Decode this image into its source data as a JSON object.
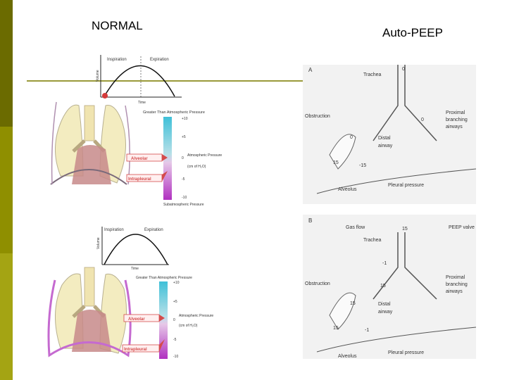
{
  "slide": {
    "title_left": "NORMAL",
    "title_right": "Auto-PEEP",
    "colors": {
      "olive_dark": "#6b6b00",
      "olive_mid": "#8f8f00",
      "olive_light": "#a4a413",
      "divider": "#9a9a3a",
      "lung": "#f3ecc0",
      "pleura_top": "#a08aa0",
      "pleura_bottom": "#c56ad0",
      "alveolar_tag": "#d44b4b"
    }
  },
  "normal_top": {
    "graph_inspiration": "Inspiration",
    "graph_expiration": "Expiration",
    "graph_yaxis": "Volume",
    "graph_xaxis": "Time",
    "scale_top": "Greater Than Atmospheric Pressure",
    "scale_bottom": "Subatmospheric Pressure",
    "tick_plus10": "+10",
    "tick_plus5": "+5",
    "tick_zero": "0",
    "tick_minus5": "-5",
    "tick_minus10": "-10",
    "atmospheric": "Atmospheric Pressure",
    "cm_h2o": "(cm of H₂O)",
    "alveolar_tag": "Alveolar",
    "intrapleural_tag": "Intrapleural"
  },
  "normal_bottom": {
    "graph_inspiration": "Inspiration",
    "graph_expiration": "Expiration",
    "graph_yaxis": "Volume",
    "graph_xaxis": "Time",
    "scale_top": "Greater Than Atmospheric Pressure",
    "tick_plus10": "+10",
    "tick_plus5": "+5",
    "tick_zero": "0",
    "tick_minus5": "-5",
    "tick_minus10": "-10",
    "atmospheric": "Atmospheric Pressure",
    "cm_h2o": "(cm of H₂O)",
    "alveolar_tag": "Alveolar",
    "intrapleural_tag": "Intrapleural"
  },
  "panel_a": {
    "letter": "A",
    "trachea": "Trachea",
    "trachea_val": "0",
    "obstruction": "Obstruction",
    "proximal": "Proximal branching airways",
    "proximal_val": "0",
    "distal_val": "0",
    "distal": "Distal airway",
    "alveolus_val": "15",
    "pleural_val": "-15",
    "alveolus": "Alveolus",
    "pleural": "Pleural pressure"
  },
  "panel_b": {
    "letter": "B",
    "gas_flow": "Gas flow",
    "gas_val": "15",
    "peep_valve": "PEEP valve",
    "trachea": "Trachea",
    "trachea_val": "-1",
    "obstruction": "Obstruction",
    "proximal_val": "15",
    "proximal": "Proximal branching airways",
    "distal_val": "15",
    "distal": "Distal airway",
    "alveolus_val": "15",
    "pleural_val": "-1",
    "pleural": "Pleural pressure",
    "alveolus": "Alveolus"
  }
}
